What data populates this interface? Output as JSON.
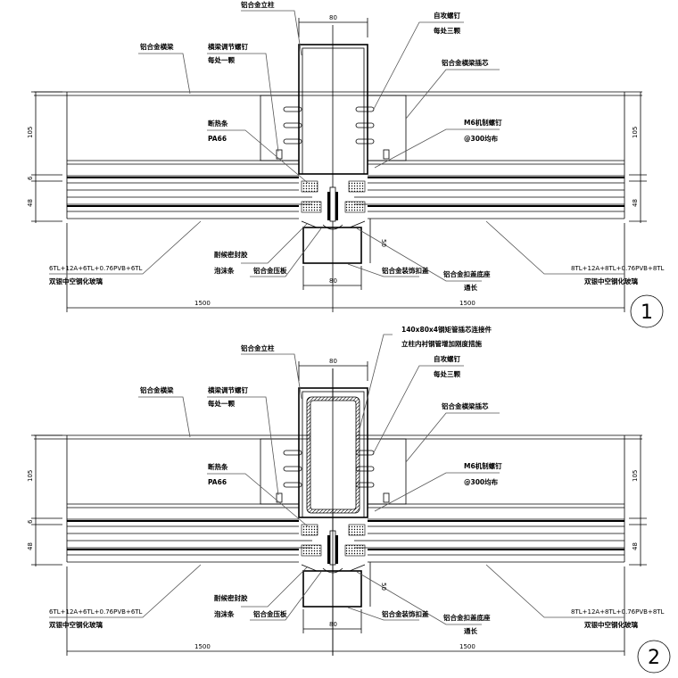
{
  "drawing1": {
    "mullion": "铝合金立柱",
    "transom": "铝合金横梁",
    "adjust_screw": "横梁调节螺钉",
    "adjust_screw_qty": "每处一颗",
    "self_tap_screw": "自攻螺钉",
    "self_tap_qty": "每处三颗",
    "transom_core": "铝合金横梁插芯",
    "thermal_break": "断热条",
    "thermal_break_mat": "PA66",
    "m6_screw": "M6机制螺钉",
    "m6_spacing": "@300均布",
    "sealant": "耐候密封胶",
    "foam_rod": "泡沫条",
    "pressure_plate": "铝合金压板",
    "deco_cap": "铝合金装饰扣盖",
    "cap_base": "铝合金扣盖底座",
    "cap_base_len": "通长",
    "glass_left_spec": "6TL+12A+6TL+0.76PVB+6TL",
    "glass_left_name": "双银中空钢化玻璃",
    "glass_right_spec": "8TL+12A+8TL+0.76PVB+8TL",
    "glass_right_name": "双银中空钢化玻璃",
    "dim_mullion": "80",
    "dim_cap": "80",
    "dim_cap_depth": "50",
    "dim_105": "105",
    "dim_6": "6",
    "dim_48": "48",
    "dim_span_left": "1500",
    "dim_span_right": "1500",
    "marker": "1"
  },
  "drawing2": {
    "steel_insert": "140x80x4钢矩管插芯连接件",
    "steel_note": "立柱内衬钢管增加刚度措施",
    "mullion": "铝合金立柱",
    "transom": "铝合金横梁",
    "adjust_screw": "横梁调节螺钉",
    "adjust_screw_qty": "每处一颗",
    "self_tap_screw": "自攻螺钉",
    "self_tap_qty": "每处三颗",
    "transom_core": "铝合金横梁插芯",
    "thermal_break": "断热条",
    "thermal_break_mat": "PA66",
    "m6_screw": "M6机制螺钉",
    "m6_spacing": "@300均布",
    "sealant": "耐候密封胶",
    "foam_rod": "泡沫条",
    "pressure_plate": "铝合金压板",
    "deco_cap": "铝合金装饰扣盖",
    "cap_base": "铝合金扣盖底座",
    "cap_base_len": "通长",
    "glass_left_spec": "6TL+12A+6TL+0.76PVB+6TL",
    "glass_left_name": "双银中空钢化玻璃",
    "glass_right_spec": "8TL+12A+8TL+0.76PVB+8TL",
    "glass_right_name": "双银中空钢化玻璃",
    "dim_mullion": "80",
    "dim_cap": "80",
    "dim_cap_depth": "50",
    "dim_105": "105",
    "dim_6": "6",
    "dim_48": "48",
    "dim_span_left": "1500",
    "dim_span_right": "1500",
    "marker": "2"
  }
}
